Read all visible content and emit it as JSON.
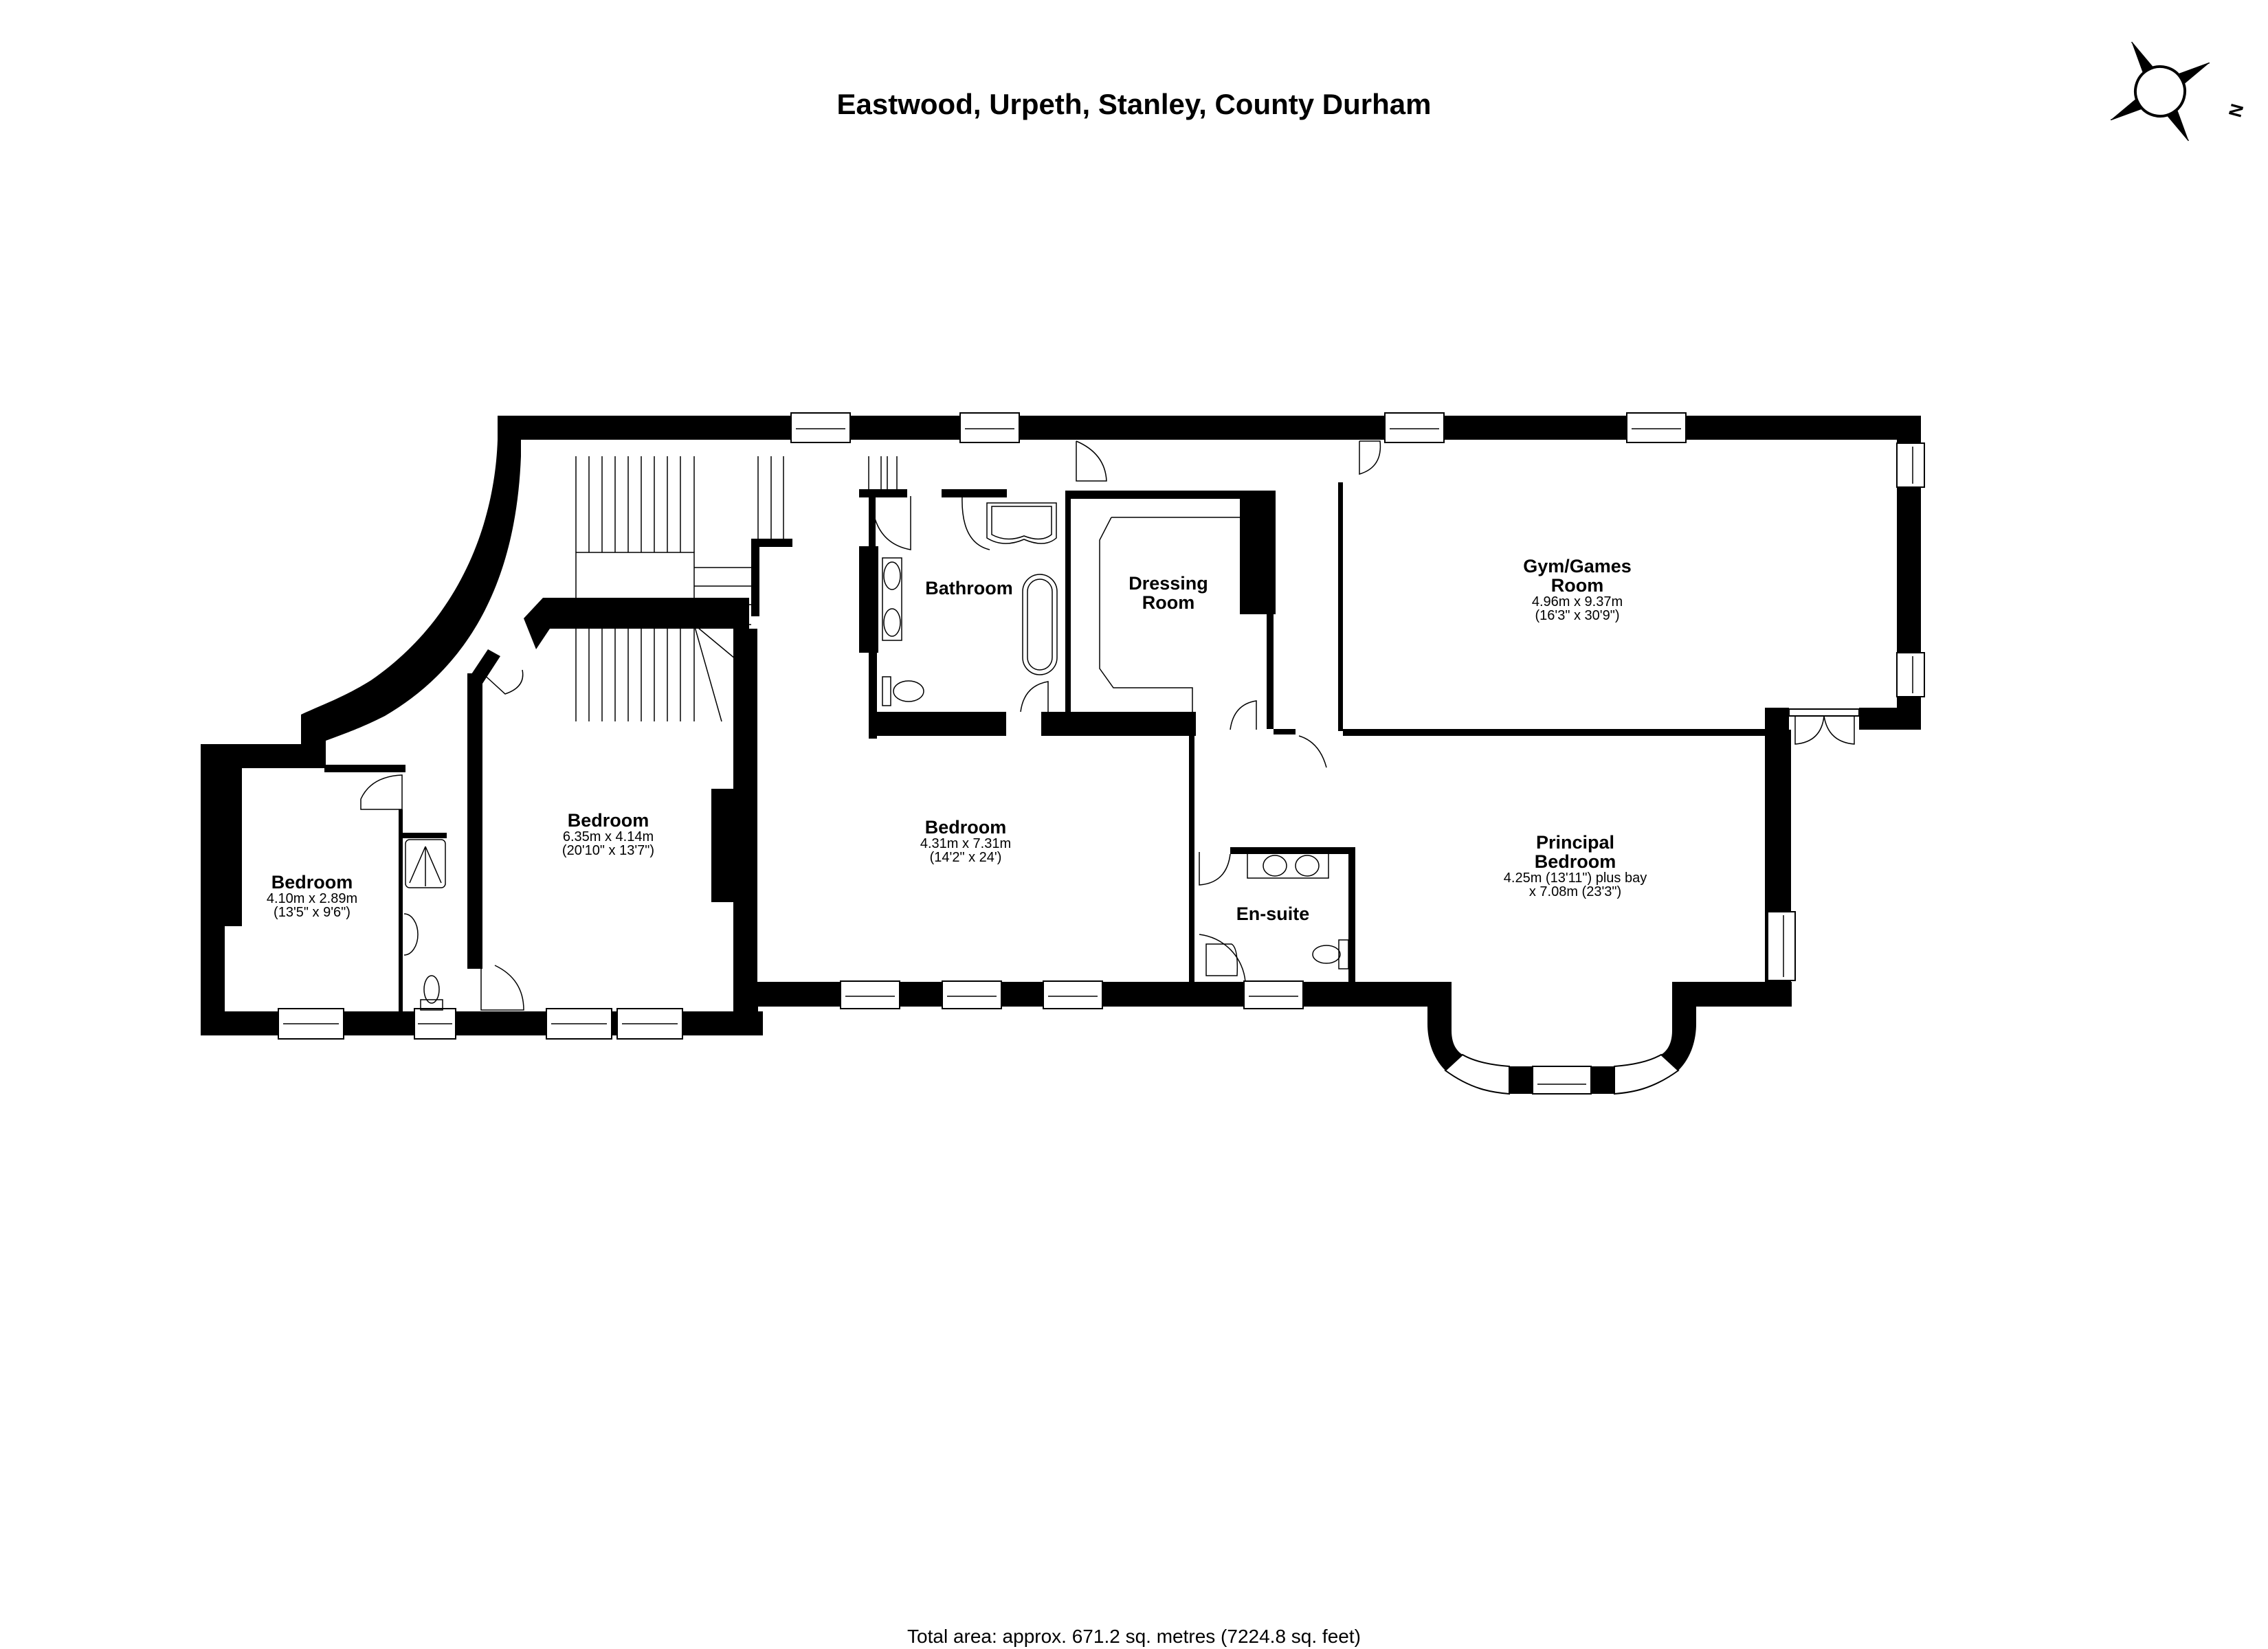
{
  "header": {
    "title": "Eastwood, Urpeth, Stanley, County Durham"
  },
  "compass": {
    "icon": "compass-rose-icon",
    "north_label": "N"
  },
  "rooms": [
    {
      "id": "bedroom-west",
      "name": "Bedroom",
      "metric": "4.10m x 2.89m",
      "imperial": "(13'5\" x 9'6\")"
    },
    {
      "id": "bedroom-2",
      "name": "Bedroom",
      "metric": "6.35m x 4.14m",
      "imperial": "(20'10\" x 13'7\")"
    },
    {
      "id": "bathroom",
      "name": "Bathroom"
    },
    {
      "id": "dressing-room",
      "name": "Dressing Room",
      "name_line1": "Dressing",
      "name_line2": "Room"
    },
    {
      "id": "bedroom-3",
      "name": "Bedroom",
      "metric": "4.31m x 7.31m",
      "imperial": "(14'2\" x 24')"
    },
    {
      "id": "gym",
      "name": "Gym/Games Room",
      "name_line1": "Gym/Games",
      "name_line2": "Room",
      "metric": "4.96m x 9.37m",
      "imperial": "(16'3\" x 30'9\")"
    },
    {
      "id": "en-suite",
      "name": "En-suite"
    },
    {
      "id": "principal-bedroom",
      "name": "Principal Bedroom",
      "name_line1": "Principal",
      "name_line2": "Bedroom",
      "metric": "4.25m (13'11\") plus bay",
      "imperial": "x 7.08m (23'3\")"
    }
  ],
  "footer": {
    "total_area": "Total area: approx. 671.2 sq. metres (7224.8 sq. feet)"
  },
  "colors": {
    "wall": "#000000",
    "background": "#ffffff"
  }
}
